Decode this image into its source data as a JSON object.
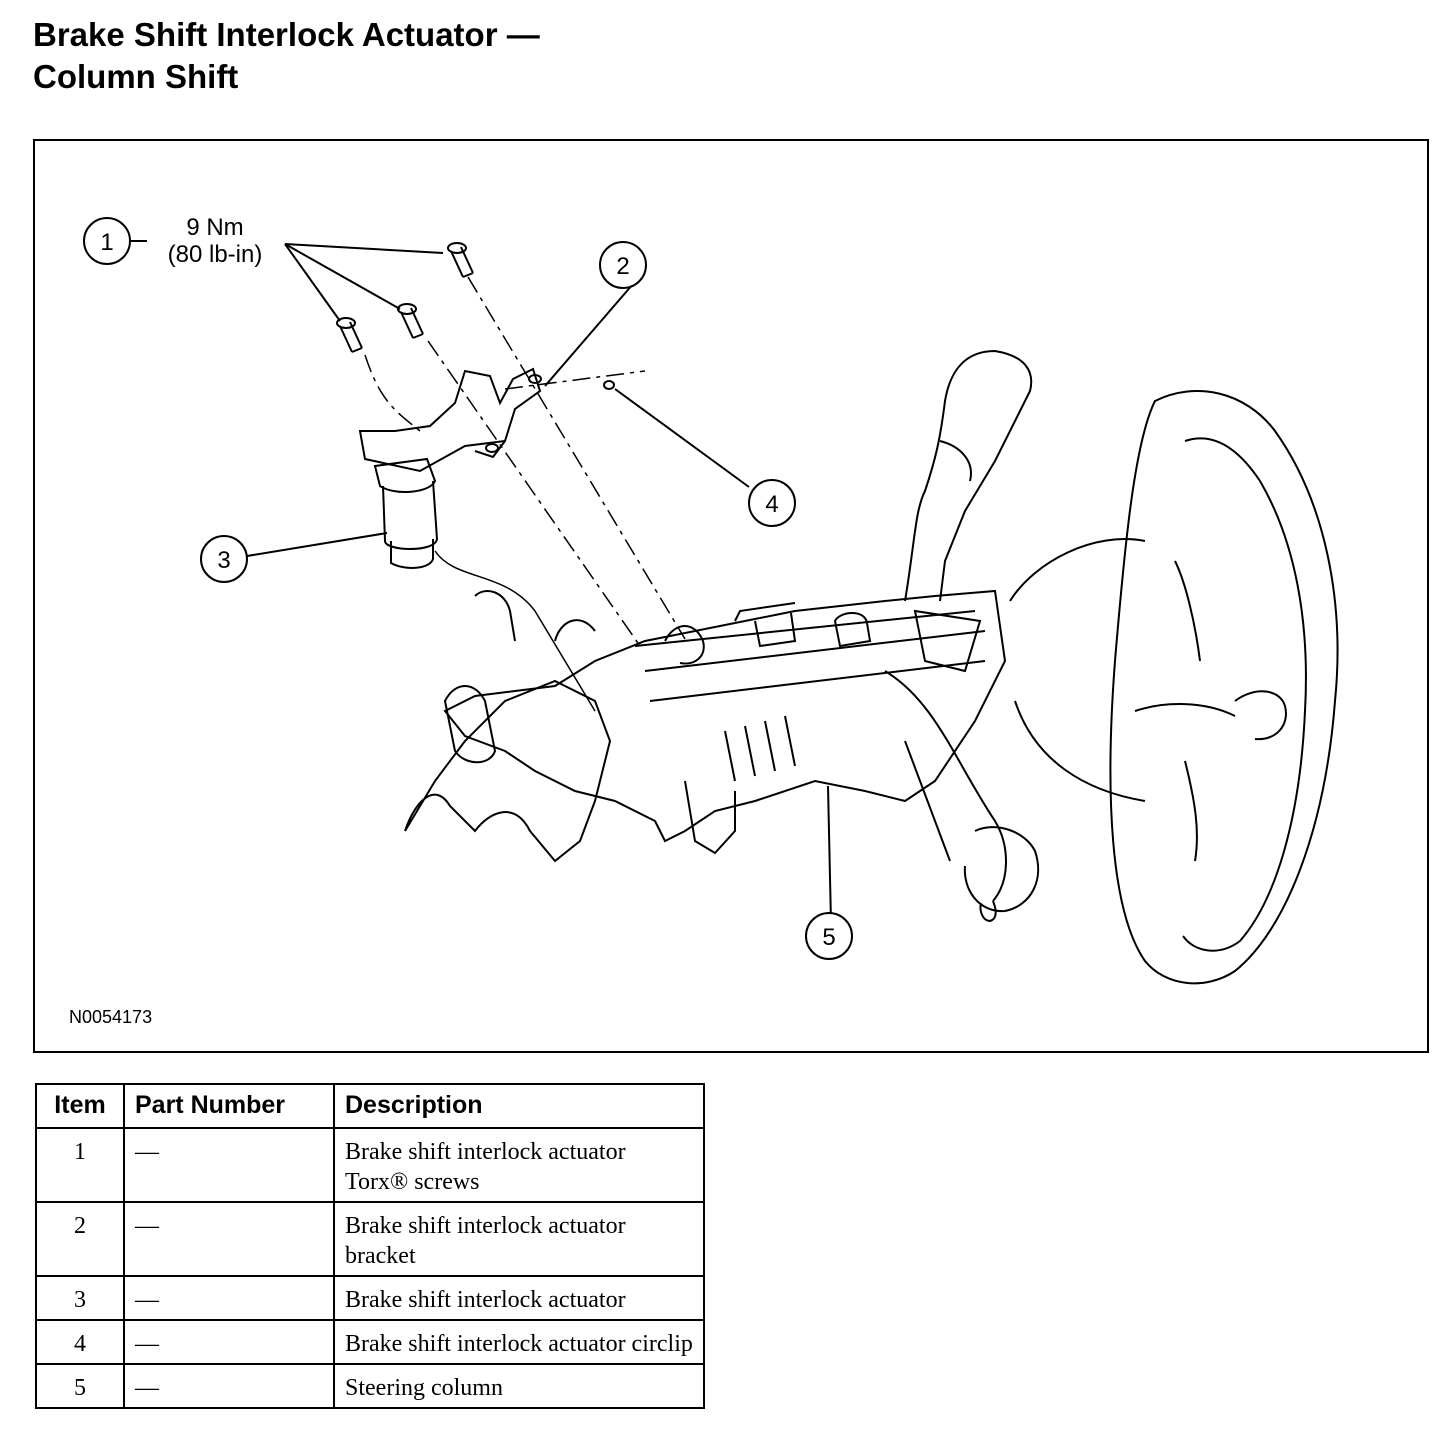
{
  "page": {
    "title_line1": "Brake Shift Interlock Actuator —",
    "title_line2": "Column Shift"
  },
  "figure": {
    "id": "N0054173",
    "torque_value": "9 Nm",
    "torque_imperial": "(80 lb-in)",
    "callouts": [
      "1",
      "2",
      "3",
      "4",
      "5"
    ]
  },
  "table": {
    "headers": [
      "Item",
      "Part Number",
      "Description"
    ],
    "rows": [
      {
        "item": "1",
        "part_number": "—",
        "description": "Brake shift interlock actuator Torx® screws"
      },
      {
        "item": "2",
        "part_number": "—",
        "description": "Brake shift interlock actuator bracket"
      },
      {
        "item": "3",
        "part_number": "—",
        "description": "Brake shift interlock actuator"
      },
      {
        "item": "4",
        "part_number": "—",
        "description": "Brake shift interlock actuator circlip"
      },
      {
        "item": "5",
        "part_number": "—",
        "description": "Steering column"
      }
    ]
  }
}
